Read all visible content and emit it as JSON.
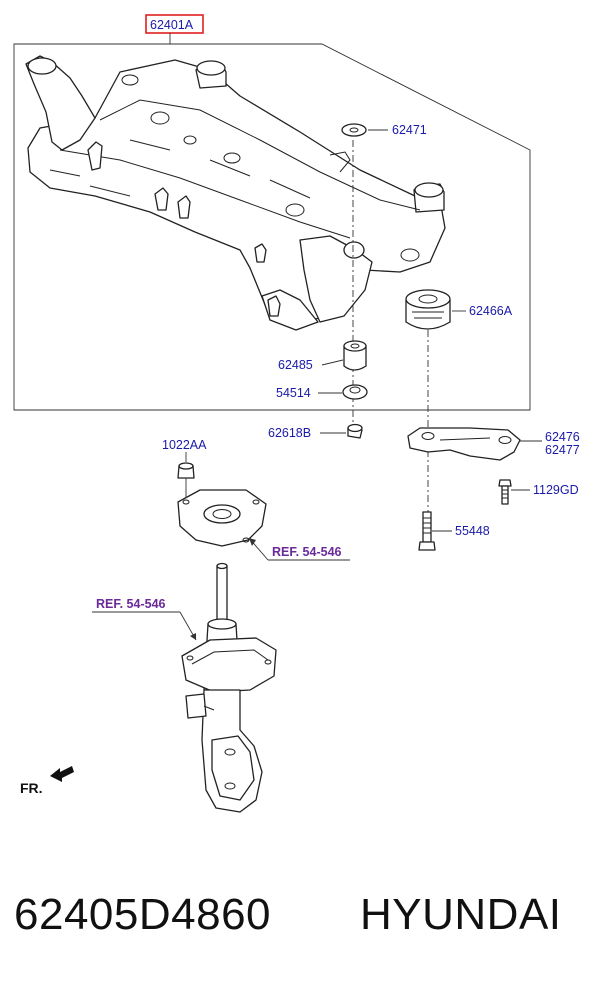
{
  "diagram": {
    "parts": {
      "crossmember": "62401A",
      "washer_top": "62471",
      "bushing_rear": "62466A",
      "bushing_front": "62485",
      "stopper": "54514",
      "nut": "62618B",
      "bracket_line1": "62476",
      "bracket_line2": "62477",
      "bolt_small": "1129GD",
      "bolt_long": "55448",
      "mount_nut": "1022AA"
    },
    "refs": {
      "mount_ref": "REF. 54-546",
      "strut_ref": "REF. 54-546"
    },
    "direction_label": "FR.",
    "highlight_color": "#e0201e",
    "label_color": "#1a1aa8",
    "ref_color": "#6a2a9a"
  },
  "caption": {
    "part_number": "62405D4860",
    "brand": "HYUNDAI"
  }
}
